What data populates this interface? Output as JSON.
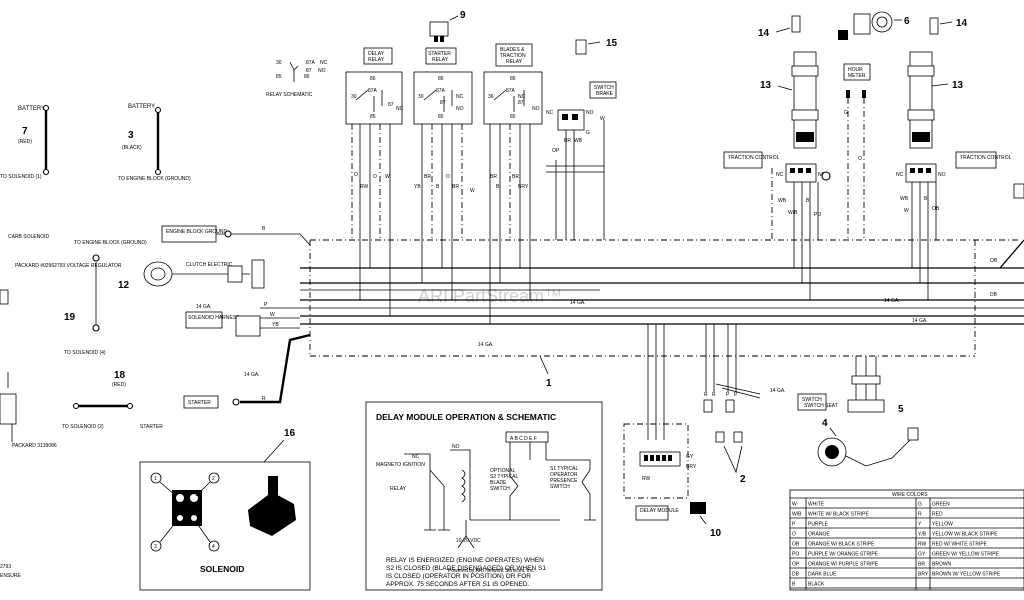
{
  "watermark": "ARI PartStream™",
  "copyright": "Powered by ARI Network Services, Inc.",
  "callouts": [
    "1",
    "2",
    "3",
    "4",
    "5",
    "6",
    "7",
    "9",
    "10",
    "12",
    "13",
    "14",
    "15",
    "16",
    "18",
    "19"
  ],
  "relay_schematic": {
    "label": "RELAY SCHEMATIC",
    "pins": [
      "30",
      "87A",
      "NC",
      "87",
      "NO",
      "85",
      "86"
    ]
  },
  "relays": [
    {
      "title": "DELAY RELAY",
      "pins": [
        "86",
        "30",
        "87A",
        "87",
        "NO",
        "NC",
        "85"
      ]
    },
    {
      "title": "STARTER RELAY",
      "pins": [
        "86",
        "30",
        "87A",
        "NC",
        "87",
        "NO",
        "85"
      ]
    },
    {
      "title": "BLADES & TRACTION RELAY",
      "pins": [
        "86",
        "30",
        "87A",
        "NC",
        "NO",
        "87",
        "85"
      ]
    }
  ],
  "labels": {
    "battery_7": "BATTERY",
    "red": "(RED)",
    "to_solenoid_1": "TO SOLENOID (1)",
    "battery_3": "BATTERY",
    "black": "(BLACK)",
    "to_engine_block_ground": "TO ENGINE BLOCK (GROUND)",
    "carb_solenoid": "CARB SOLENOID",
    "packard_regulator": "PACKARD #02962793 VOLTAGE REGULATOR",
    "to_engine_block_ground_19": "TO ENGINE BLOCK (GROUND)",
    "to_solenoid_4": "TO SOLENOID (4)",
    "to_solenoid_2": "TO SOLENOID (2)",
    "starter": "STARTER",
    "red_18": "(RED)",
    "packard_3139086": "PACKARD 3139086",
    "engine_block_ground": "ENGINE BLOCK GROUND",
    "clutch_electric": "CLUTCH ELECTRIC",
    "solenoid_harness": "SOLENOID HARNESS",
    "starter_box": "STARTER",
    "switch_brake": "SWITCH BRAKE",
    "traction_control_l": "TRACTION CONTROL",
    "traction_control_r": "TRACTION CONTROL",
    "hour_meter": "HOUR METER",
    "switch_seat": "SWITCH SEAT",
    "delay_module": "DELAY MODULE",
    "solenoid": "SOLENOID",
    "gauge_14_1": "14 GA.",
    "gauge_14_2": "14 GA.",
    "gauge_14_3": "14 GA.",
    "gauge_14_4": "14 GA.",
    "gauge_14_5": "14 GA.",
    "gauge_14_6": "14 GA.",
    "gauge_14_7": "14 GA.",
    "left_edge_1": "ENSURE",
    "left_edge_2": "2793"
  },
  "delay_module_box": {
    "title": "DELAY MODULE OPERATION & SCHEMATIC",
    "pins": "A B C D E F",
    "magneto": "MAGNETO IGNITION",
    "relay": "RELAY",
    "no": "NO",
    "nc": "NC",
    "optional_s2": "OPTIONAL S2 TYPICAL BLADE SWITCH",
    "s1_typical": "S1 TYPICAL OPERATOR PRESENCE SWITCH",
    "vdc": "10-20 VDC",
    "note_1": "RELAY IS ENERGIZED (ENGINE OPERATES) WHEN",
    "note_2": "S2 IS CLOSED (BLADE DISENGAGED) OR WHEN S1",
    "note_3": "IS CLOSED (OPERATOR IN POSITION) OR FOR",
    "note_4": "APPROX. 75 SECONDS AFTER S1 IS OPENED."
  },
  "wire_colors": {
    "title": "WIRE COLORS",
    "rows": [
      [
        "W",
        "WHITE",
        "G",
        "GREEN"
      ],
      [
        "W/B",
        "WHITE W/ BLACK STRIPE",
        "R",
        "RED"
      ],
      [
        "P",
        "PURPLE",
        "Y",
        "YELLOW"
      ],
      [
        "O",
        "ORANGE",
        "Y/B",
        "YELLOW W/ BLACK STRIPE"
      ],
      [
        "OB",
        "ORANGE W/ BLACK STRIPE",
        "RW",
        "RED W/ WHITE STRIPE"
      ],
      [
        "PO",
        "PURPLE W/ ORANGE STRIPE",
        "GY",
        "GREEN W/ YELLOW STRIPE"
      ],
      [
        "OP",
        "ORANGE W/ PURPLE STRIPE",
        "BR",
        "BROWN"
      ],
      [
        "DB",
        "DARK BLUE",
        "BRY",
        "BROWN W/ YELLOW STRIPE"
      ],
      [
        "B",
        "BLACK",
        "",
        ""
      ]
    ]
  },
  "wire_codes": [
    "RW",
    "O",
    "W",
    "YB",
    "BR",
    "B",
    "O",
    "BR",
    "BR",
    "B",
    "BRY",
    "W",
    "OP",
    "BR",
    "BR",
    "WB",
    "G",
    "O",
    "R",
    "P",
    "B",
    "Y",
    "O",
    "OB",
    "DB",
    "W/B",
    "B",
    "R",
    "BRY",
    "GY",
    "W",
    "P",
    "Y"
  ]
}
